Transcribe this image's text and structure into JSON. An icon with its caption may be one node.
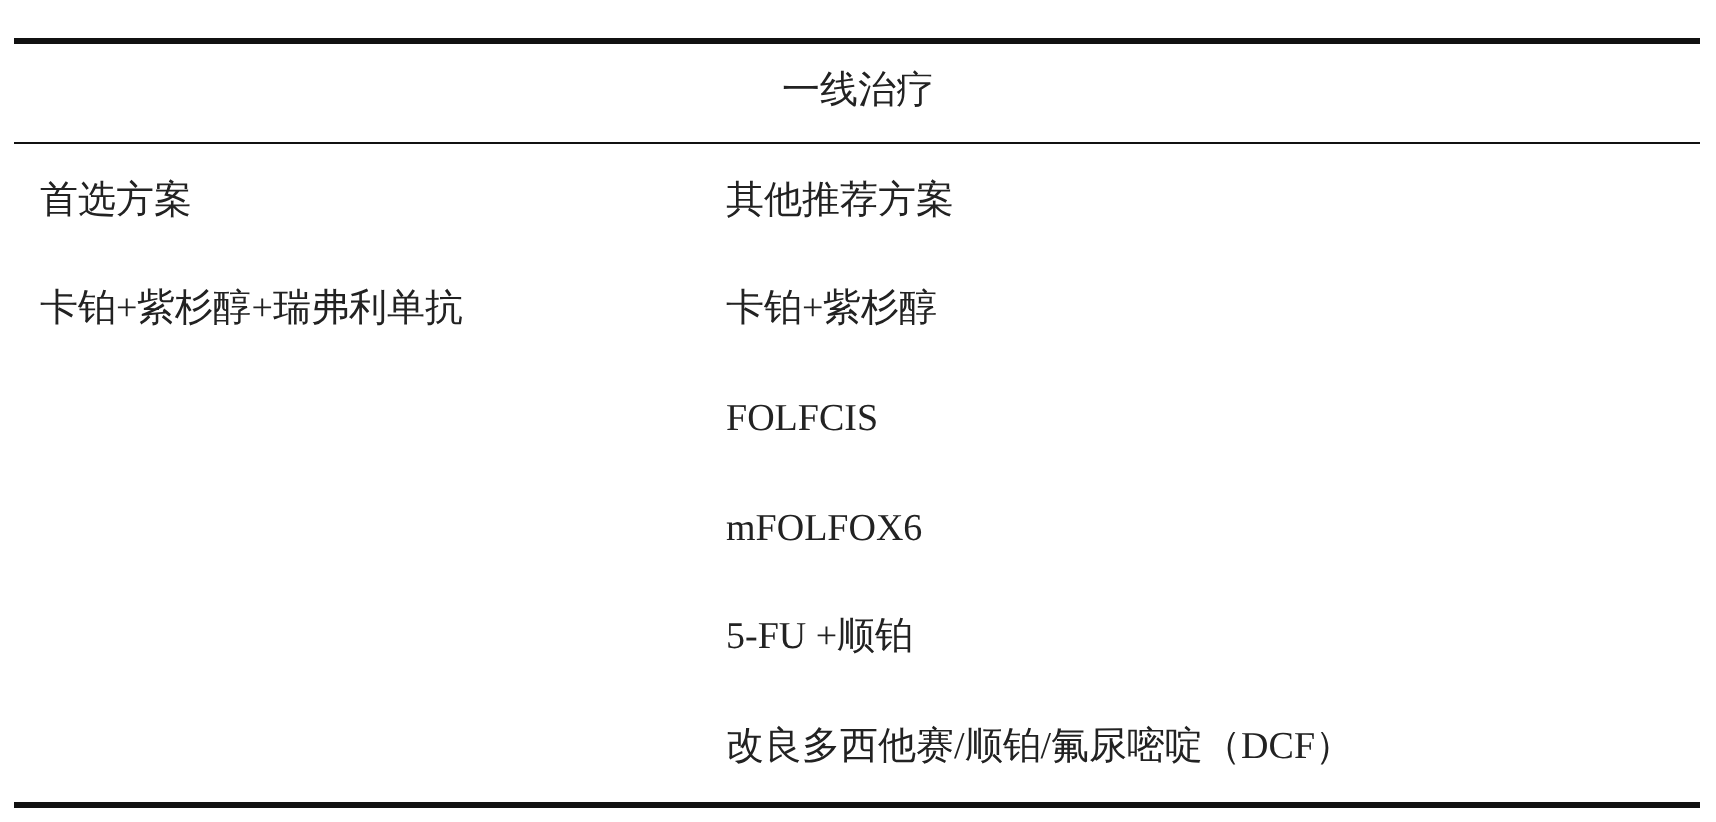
{
  "diagram": {
    "labels": [
      "一线治疗",
      "首选方案",
      "其他推荐方案",
      "卡铂+紫杉醇+瑞弗利单抗",
      "卡铂+紫杉醇",
      "FOLFCIS",
      "mFOLFOX6",
      "5-FU +顺铂",
      "改良多西他赛/顺铂/氟尿嘧啶（DCF）"
    ]
  }
}
